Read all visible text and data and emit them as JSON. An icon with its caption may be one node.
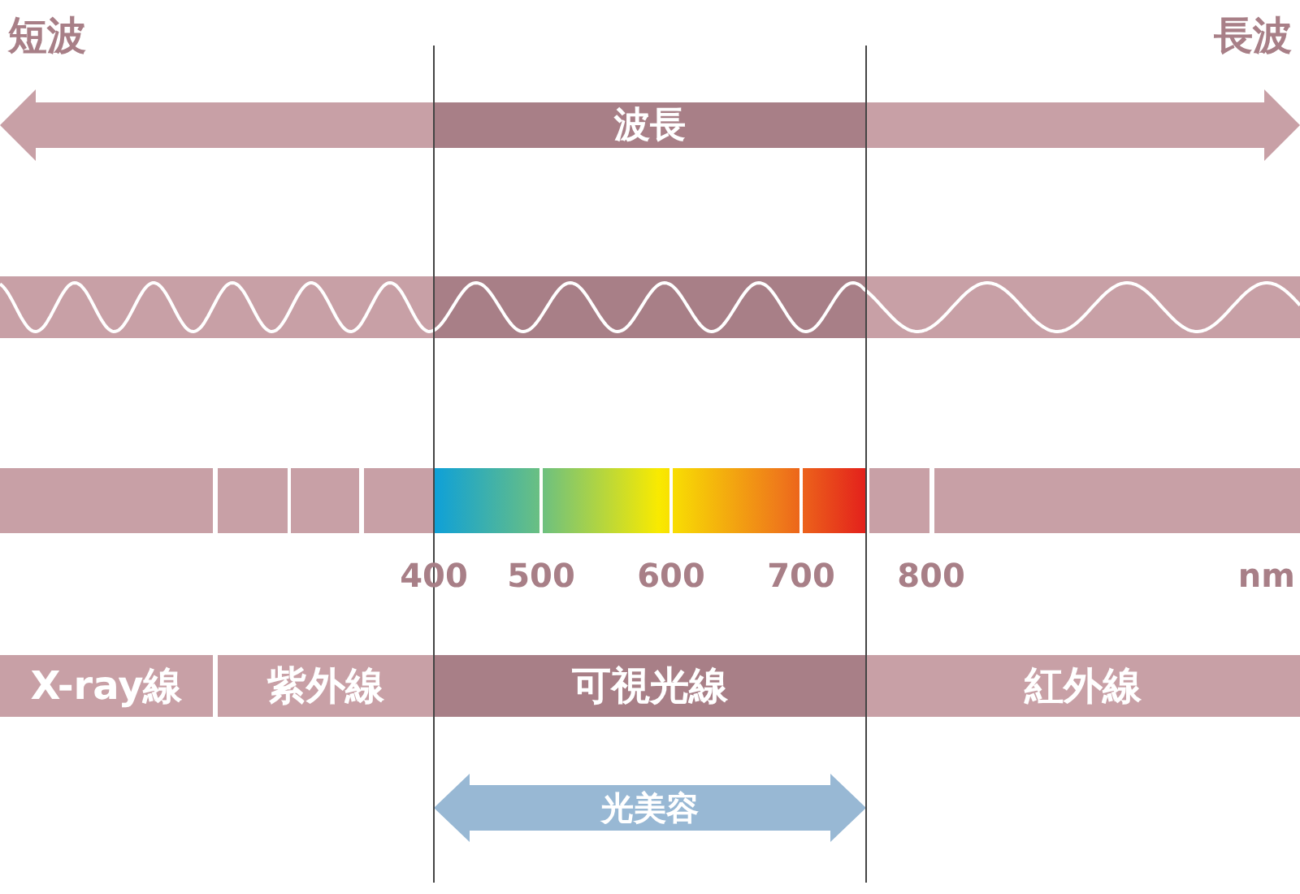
{
  "diagram": {
    "nodes": [
      {
        "text": [
          "波長"
        ]
      },
      {
        "text": [
          "X-ray線"
        ]
      },
      {
        "text": [
          "紫外線"
        ]
      },
      {
        "text": [
          "可視光線"
        ]
      },
      {
        "text": [
          "紅外線"
        ]
      },
      {
        "text": [
          "光美容"
        ]
      }
    ],
    "labels": [
      "短波",
      "長波",
      "400",
      "500",
      "600",
      "700",
      "800",
      "nm"
    ]
  }
}
